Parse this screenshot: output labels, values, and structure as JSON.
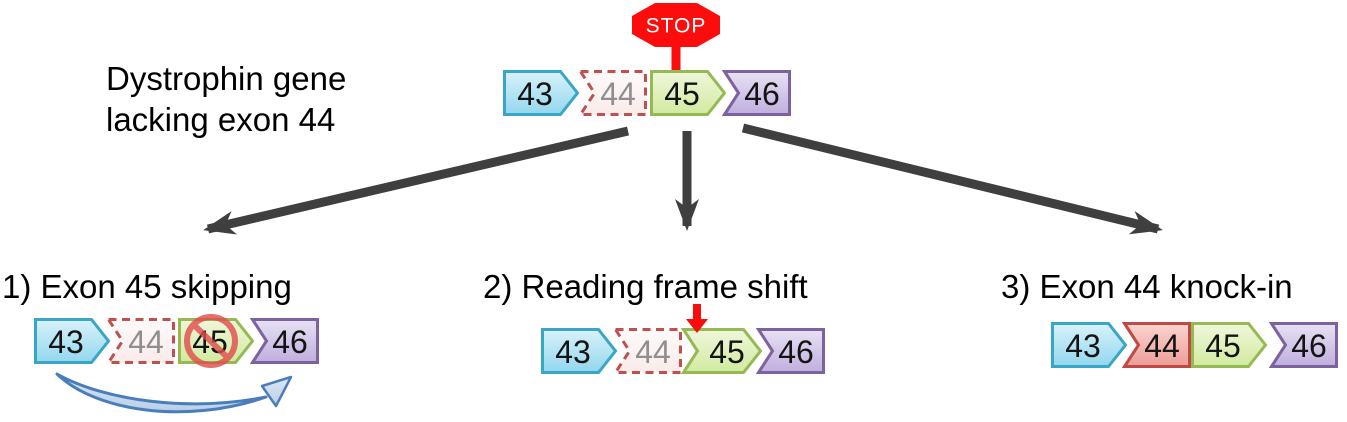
{
  "source_label": {
    "line1": "Dystrophin gene",
    "line2": "lacking exon 44"
  },
  "stop_sign_label": "STOP",
  "top_gene": {
    "exons": [
      {
        "label": "43",
        "state": "normal"
      },
      {
        "label": "44",
        "state": "missing"
      },
      {
        "label": "45",
        "state": "normal"
      },
      {
        "label": "46",
        "state": "normal"
      }
    ]
  },
  "strategies": [
    {
      "heading": "1) Exon 45 skipping",
      "exons": [
        {
          "label": "43",
          "state": "normal"
        },
        {
          "label": "44",
          "state": "missing"
        },
        {
          "label": "45",
          "state": "blocked"
        },
        {
          "label": "46",
          "state": "normal"
        }
      ]
    },
    {
      "heading": "2) Reading frame shift",
      "exons": [
        {
          "label": "43",
          "state": "normal"
        },
        {
          "label": "44",
          "state": "missing"
        },
        {
          "label": "45",
          "state": "frame-shifted"
        },
        {
          "label": "46",
          "state": "normal"
        }
      ]
    },
    {
      "heading": "3) Exon 44 knock-in",
      "exons": [
        {
          "label": "43",
          "state": "normal"
        },
        {
          "label": "44",
          "state": "knocked-in"
        },
        {
          "label": "45",
          "state": "normal"
        },
        {
          "label": "46",
          "state": "normal"
        }
      ]
    }
  ],
  "colors": {
    "exon43_border": "#3aa6c6",
    "exon45_border": "#95b953",
    "exon46_border": "#7d62a0",
    "exon44_missing_border": "#c0504d",
    "exon44_knockin_border": "#bf4a45",
    "stop_red": "#fb0d0d",
    "branch_arrow_gray": "#3f3f3f",
    "skip_arrow_blue": "#4a7ebb",
    "prohibition_red": "#e14b4b"
  }
}
